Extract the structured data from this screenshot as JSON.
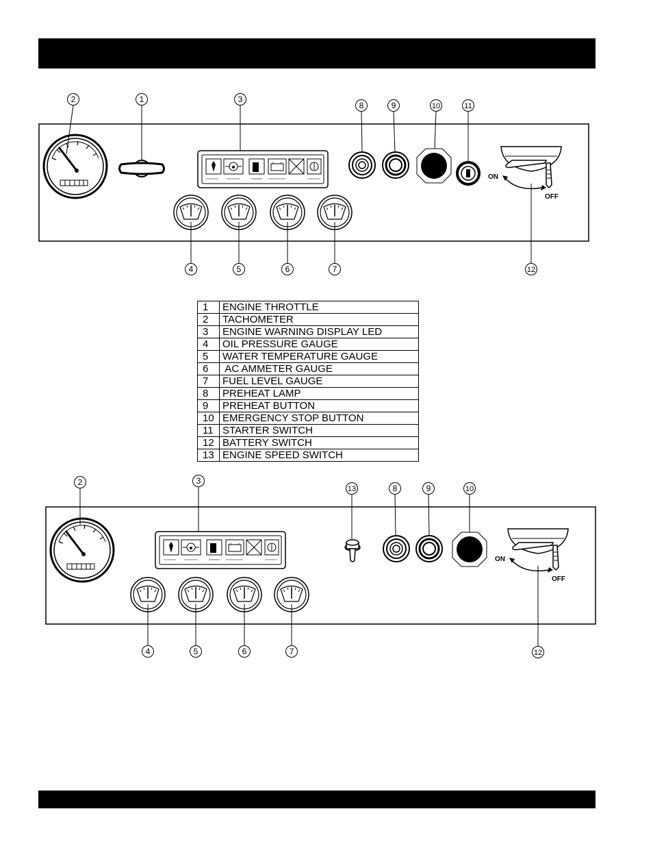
{
  "colors": {
    "ink": "#000000",
    "paper": "#ffffff"
  },
  "panel1": {
    "callouts": [
      "2",
      "1",
      "3",
      "8",
      "9",
      "10",
      "11",
      "4",
      "5",
      "6",
      "7",
      "12"
    ],
    "switch_on": "ON",
    "switch_off": "OFF"
  },
  "panel2": {
    "callouts": [
      "2",
      "3",
      "13",
      "8",
      "9",
      "10",
      "4",
      "5",
      "6",
      "7",
      "12"
    ],
    "switch_on": "ON",
    "switch_off": "OFF"
  },
  "legend": [
    {
      "num": "1",
      "label": "ENGINE THROTTLE"
    },
    {
      "num": "2",
      "label": "TACHOMETER"
    },
    {
      "num": "3",
      "label": "ENGINE WARNING DISPLAY LED"
    },
    {
      "num": "4",
      "label": "OIL PRESSURE GAUGE"
    },
    {
      "num": "5",
      "label": "WATER TEMPERATURE GAUGE"
    },
    {
      "num": "6",
      "label": " AC AMMETER GAUGE"
    },
    {
      "num": "7",
      "label": "FUEL LEVEL GAUGE"
    },
    {
      "num": "8",
      "label": "PREHEAT LAMP"
    },
    {
      "num": "9",
      "label": "PREHEAT BUTTON"
    },
    {
      "num": "10",
      "label": "EMERGENCY STOP BUTTON"
    },
    {
      "num": "11",
      "label": "STARTER SWITCH"
    },
    {
      "num": "12",
      "label": "BATTERY SWITCH"
    },
    {
      "num": "13",
      "label": "ENGINE SPEED SWITCH"
    }
  ]
}
